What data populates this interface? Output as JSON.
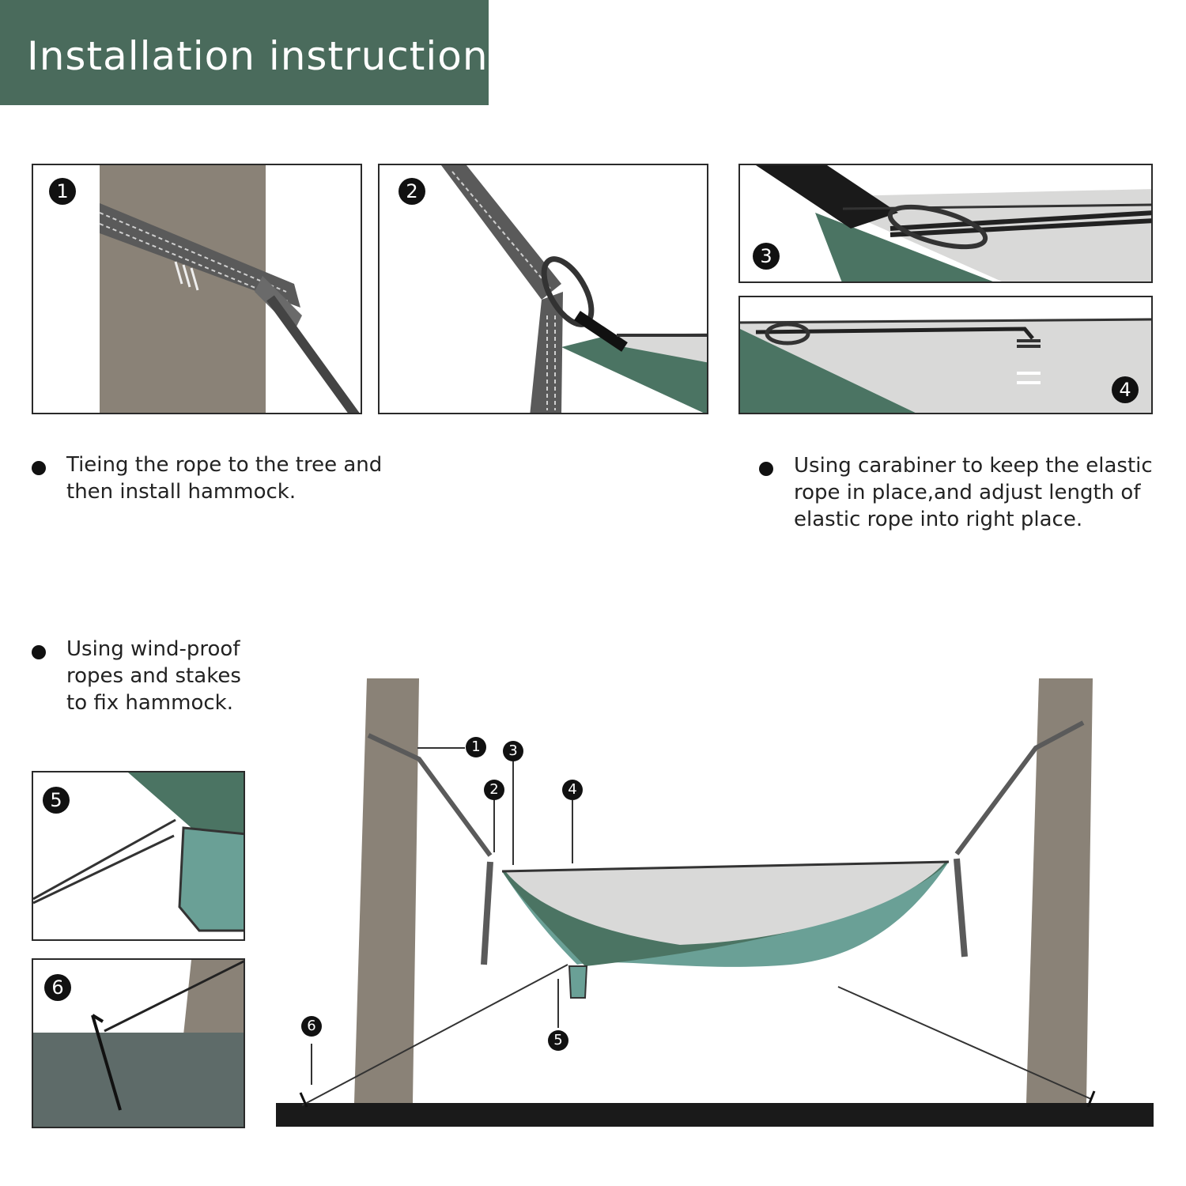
{
  "header": {
    "title": "Installation  instructions"
  },
  "colors": {
    "header_bg": "#4a6b5c",
    "tree": "#8a8277",
    "hammock_dark": "#4b7463",
    "hammock_light": "#6aa096",
    "mesh": "#d9d9d8",
    "ground": "#1a1a1a",
    "strap": "#5a5a5a"
  },
  "panels": [
    {
      "number": "1"
    },
    {
      "number": "2"
    },
    {
      "number": "3"
    },
    {
      "number": "4"
    },
    {
      "number": "5"
    },
    {
      "number": "6"
    }
  ],
  "notes": {
    "step1": {
      "line1": "Tieing the rope to the tree and",
      "line2": "then install hammock."
    },
    "step34": {
      "line1": "Using carabiner to keep the elastic",
      "line2": "rope in place,and adjust length of",
      "line3": "elastic rope into right place."
    },
    "step56": {
      "line1": "Using wind-proof",
      "line2": "ropes and stakes",
      "line3": "to fix hammock."
    }
  },
  "callouts": [
    "1",
    "2",
    "3",
    "4",
    "5",
    "6"
  ]
}
